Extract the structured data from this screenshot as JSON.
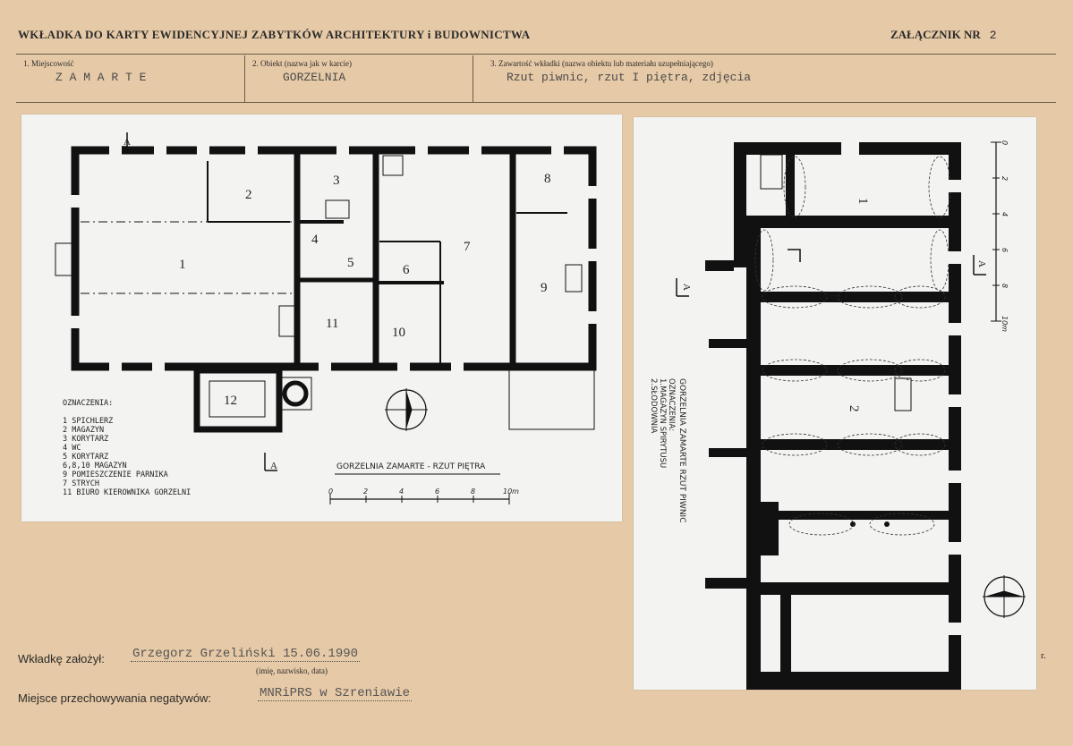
{
  "header": {
    "title": "WKŁADKA DO KARTY EWIDENCYJNEJ ZABYTKÓW ARCHITEKTURY i BUDOWNICTWA",
    "annex_label": "ZAŁĄCZNIK NR",
    "annex_number": "2"
  },
  "fields": {
    "place_label": "1. Miejscowość",
    "place_value": "Z A M A R T E",
    "object_label": "2. Obiekt (nazwa jak w karcie)",
    "object_value": "GORZELNIA",
    "content_label": "3. Zawartość wkładki (nazwa obiektu lub materiału uzupełniającego)",
    "content_value": "Rzut piwnic, rzut I piętra, zdjęcia"
  },
  "floor_plan": {
    "title": "GORZELNIA ZAMARTE - RZUT PIĘTRA",
    "section_marker": "A",
    "rooms": [
      "1",
      "2",
      "3",
      "4",
      "5",
      "6",
      "7",
      "8",
      "9",
      "10",
      "11",
      "12"
    ],
    "legend_title": "OZNACZENIA:",
    "legend": [
      "1  SPICHLERZ",
      "2  MAGAZYN",
      "3  KORYTARZ",
      "4  WC",
      "5  KORYTARZ",
      "6,8,10 MAGAZYN",
      "9  POMIESZCZENIE PARNIKA",
      "7  STRYCH",
      "11 BIURO KIEROWNIKA GORZELNI"
    ],
    "scale_ticks": [
      "0",
      "2",
      "4",
      "6",
      "8",
      "10m"
    ]
  },
  "basement_plan": {
    "title": "GORZELNIA ZAMARTE   RZUT PIWNIC",
    "legend_title": "OZNACZENIA:",
    "legend": [
      "1.MAGAZYN SPIRYTUSU",
      "2.SŁODOWNIA"
    ],
    "rooms": [
      "1",
      "2"
    ],
    "section_marker": "A",
    "scale_ticks": [
      "0",
      "2",
      "4",
      "6",
      "8",
      "10m"
    ]
  },
  "footer": {
    "author_label": "Wkładkę założył:",
    "author_value": "Grzegorz Grzeliński 15.06.1990",
    "author_hint": "(imię, nazwisko, data)",
    "storage_label": "Miejsce przechowywania negatywów:",
    "storage_value": "MNRiPRS w Szreniawie",
    "edge_mark": "r."
  }
}
